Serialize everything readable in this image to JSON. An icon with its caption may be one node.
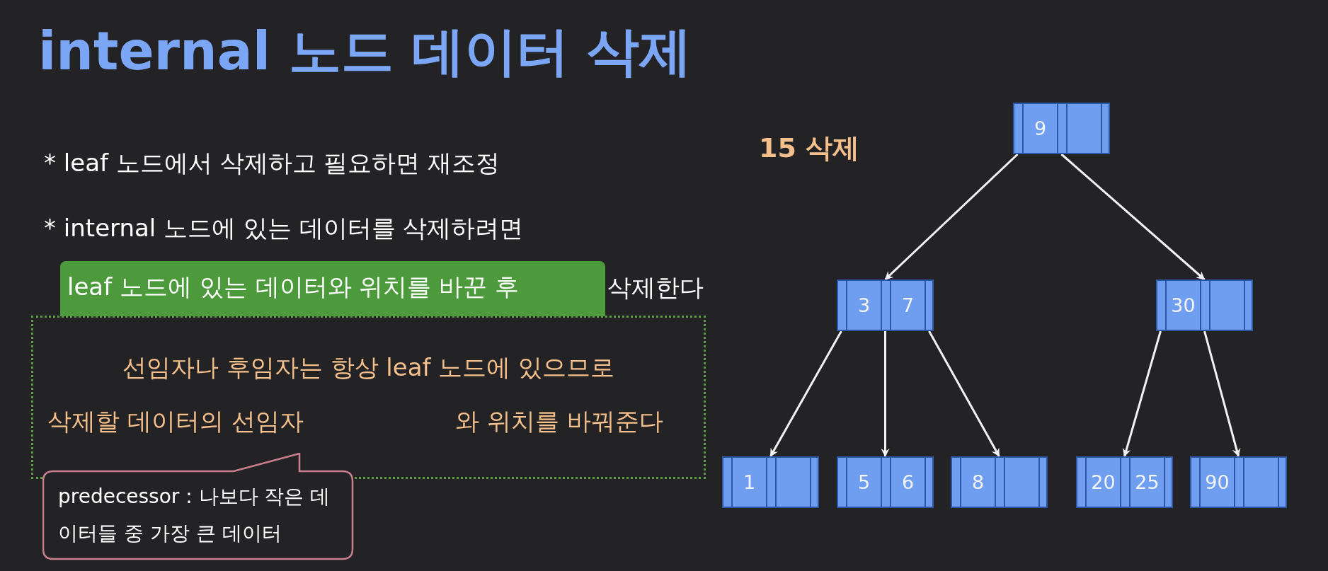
{
  "diagram": {
    "title": "internal 노드 데이터 삭제",
    "nodes": [
      {
        "text": [
          "leaf 노드에 있는 데이터와 위치를 바꾼 후"
        ]
      },
      {
        "text": [
          "선임자나 후임자는 항상 leaf 노드에 있으므로",
          "삭제할 데이터의 선임자",
          "와 위치를 바꿔준다"
        ]
      },
      {
        "text": [
          "predecessor : 나보다 작은 데이터들 중 가장 큰 데이터"
        ]
      },
      {
        "text": [
          "9"
        ]
      },
      {
        "text": [
          "3",
          "7"
        ]
      },
      {
        "text": [
          "30"
        ]
      },
      {
        "text": [
          "1"
        ]
      },
      {
        "text": [
          "5",
          "6"
        ]
      },
      {
        "text": [
          "8"
        ]
      },
      {
        "text": [
          "20",
          "25"
        ]
      },
      {
        "text": [
          "90"
        ]
      }
    ],
    "edges": [
      {
        "from": 3,
        "to": 4,
        "arrow": "to"
      },
      {
        "from": 3,
        "to": 5,
        "arrow": "to"
      },
      {
        "from": 4,
        "to": 6,
        "arrow": "to"
      },
      {
        "from": 4,
        "to": 7,
        "arrow": "to"
      },
      {
        "from": 4,
        "to": 8,
        "arrow": "to"
      },
      {
        "from": 5,
        "to": 9,
        "arrow": "to"
      },
      {
        "from": 5,
        "to": 10,
        "arrow": "to"
      }
    ],
    "labels": [
      "* leaf 노드에서 삭제하고 필요하면 재조정",
      "* internal 노드에 있는 데이터를 삭제하려면",
      "삭제한다",
      "15 삭제"
    ]
  }
}
